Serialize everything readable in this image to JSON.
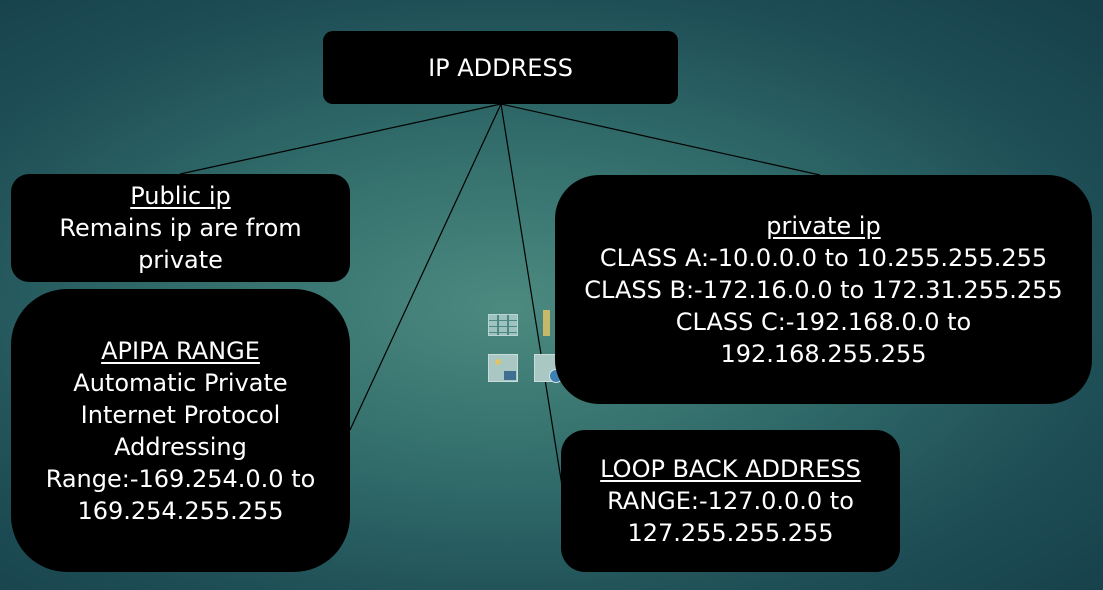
{
  "diagram": {
    "root": {
      "title": "IP ADDRESS"
    },
    "public_ip": {
      "title": "Public ip",
      "lines": [
        "Remains ip are from",
        "private"
      ]
    },
    "apipa": {
      "title": "APIPA RANGE",
      "lines": [
        "Automatic Private",
        "Internet Protocol",
        "Addressing",
        "Range:-169.254.0.0 to",
        "169.254.255.255"
      ]
    },
    "private_ip": {
      "title": "private ip",
      "lines": [
        "CLASS A:-10.0.0.0 to 10.255.255.255",
        "CLASS B:-172.16.0.0 to 172.31.255.255",
        "CLASS C:-192.168.0.0 to",
        "192.168.255.255"
      ]
    },
    "loopback": {
      "title": "LOOP BACK ADDRESS",
      "lines": [
        "RANGE:-127.0.0.0 to",
        "127.255.255.255"
      ]
    }
  },
  "placeholder_icons": [
    "table-icon",
    "chart-icon",
    "picture-icon",
    "online-picture-icon"
  ],
  "colors": {
    "node_fill": "#000000",
    "node_text": "#ffffff",
    "background": "#326d6b",
    "connector": "#000000"
  }
}
